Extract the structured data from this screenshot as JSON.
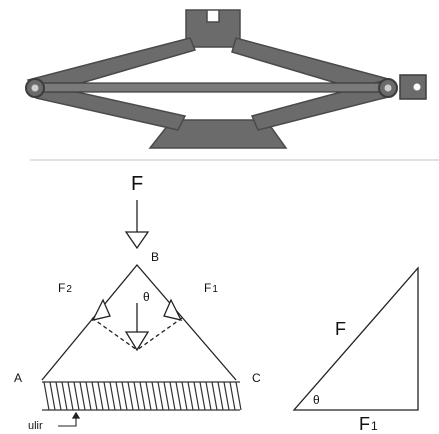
{
  "colors": {
    "jack_body": "#6b6b6b",
    "jack_outline": "#4a4a4a",
    "jack_dark": "#3c3c3c",
    "line": "#222222",
    "divider": "#d9d9d9",
    "background": "#ffffff"
  },
  "labels": {
    "force_f": "F",
    "point_a": "A",
    "point_b": "B",
    "point_c": "C",
    "force_f1": "F",
    "force_f1_sub": "1",
    "force_f2": "F",
    "force_f2_sub": "2",
    "theta": "θ",
    "screw": "ulir",
    "tri_hyp": "F",
    "tri_theta": "θ",
    "tri_base": "F",
    "tri_base_sub": "1"
  },
  "icons": {
    "scissor_jack": "scissor-jack-icon",
    "screw_thread": "screw-thread-icon"
  }
}
